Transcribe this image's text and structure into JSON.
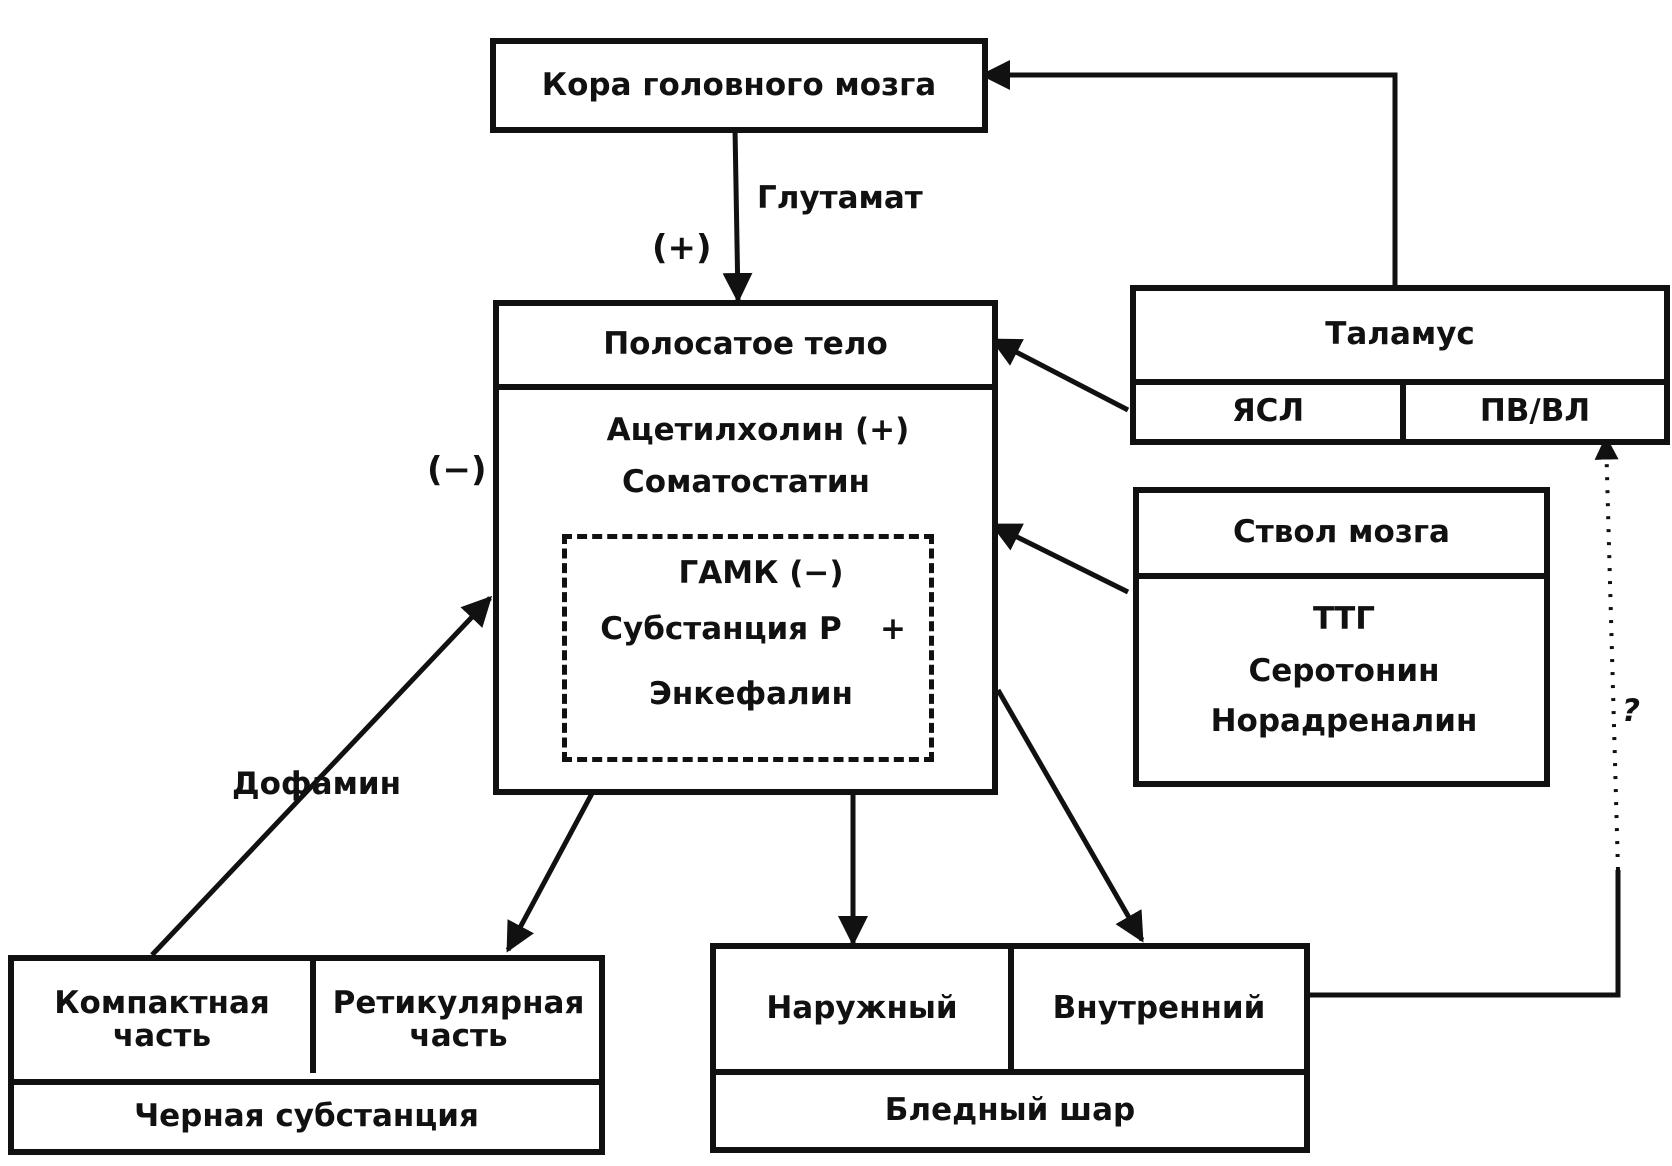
{
  "cortex": {
    "label": "Кора головного мозга"
  },
  "striatum": {
    "title": "Полосатое тело",
    "acetylcholine": "Ацетилхолин (+)",
    "somatostatin": "Соматостатин",
    "gaba": "ГАМК (−)",
    "substance_p": "Субстанция Р",
    "substance_p_sign": "+",
    "enkephalin": "Энкефалин"
  },
  "thalamus": {
    "title": "Таламус",
    "left": "ЯСЛ",
    "right": "ПВ/ВЛ"
  },
  "brainstem": {
    "title": "Ствол мозга",
    "items": [
      "ТТГ",
      "Серотонин",
      "Норадреналин"
    ]
  },
  "substantia_nigra": {
    "title": "Черная субстанция",
    "left": "Компактная часть",
    "right": "Ретикулярная часть"
  },
  "globus_pallidus": {
    "title": "Бледный шар",
    "left": "Наружный",
    "right": "Внутренний"
  },
  "labels": {
    "glutamate": "Глутамат",
    "plus": "(+)",
    "minus": "(−)",
    "dopamine": "Дофамин",
    "question": "?"
  },
  "colors": {
    "ink": "#111111",
    "paper": "#ffffff"
  }
}
